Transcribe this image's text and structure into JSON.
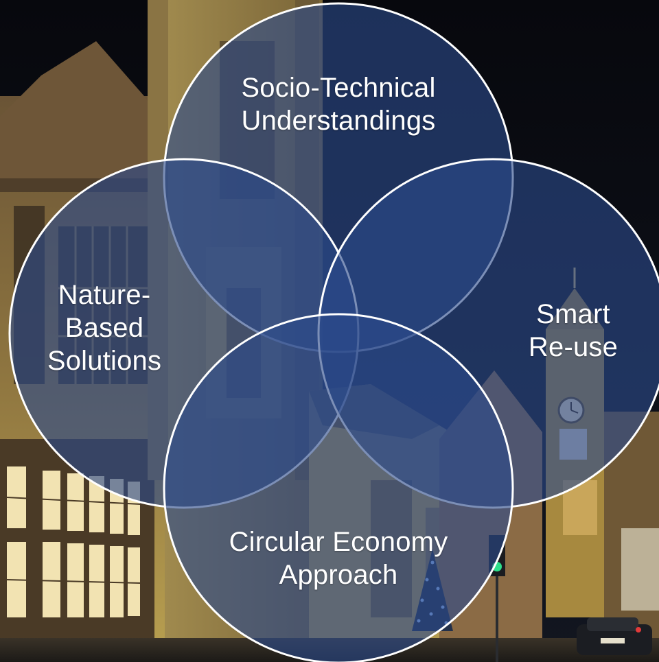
{
  "colors": {
    "circle_fill": "#2b4a8a",
    "circle_stroke": "#ffffff",
    "sky": "#0b0d14",
    "stone_lit": "#b79a52",
    "stone_dark": "#5a4630"
  },
  "diagram": {
    "type": "venn",
    "sets": [
      {
        "id": "socio",
        "lines": [
          "Socio-Technical",
          "Understandings"
        ]
      },
      {
        "id": "nature",
        "lines": [
          "Nature-",
          "Based",
          "Solutions"
        ]
      },
      {
        "id": "smart",
        "lines": [
          "Smart",
          "Re-use"
        ]
      },
      {
        "id": "circular",
        "lines": [
          "Circular Economy",
          "Approach"
        ]
      }
    ]
  }
}
